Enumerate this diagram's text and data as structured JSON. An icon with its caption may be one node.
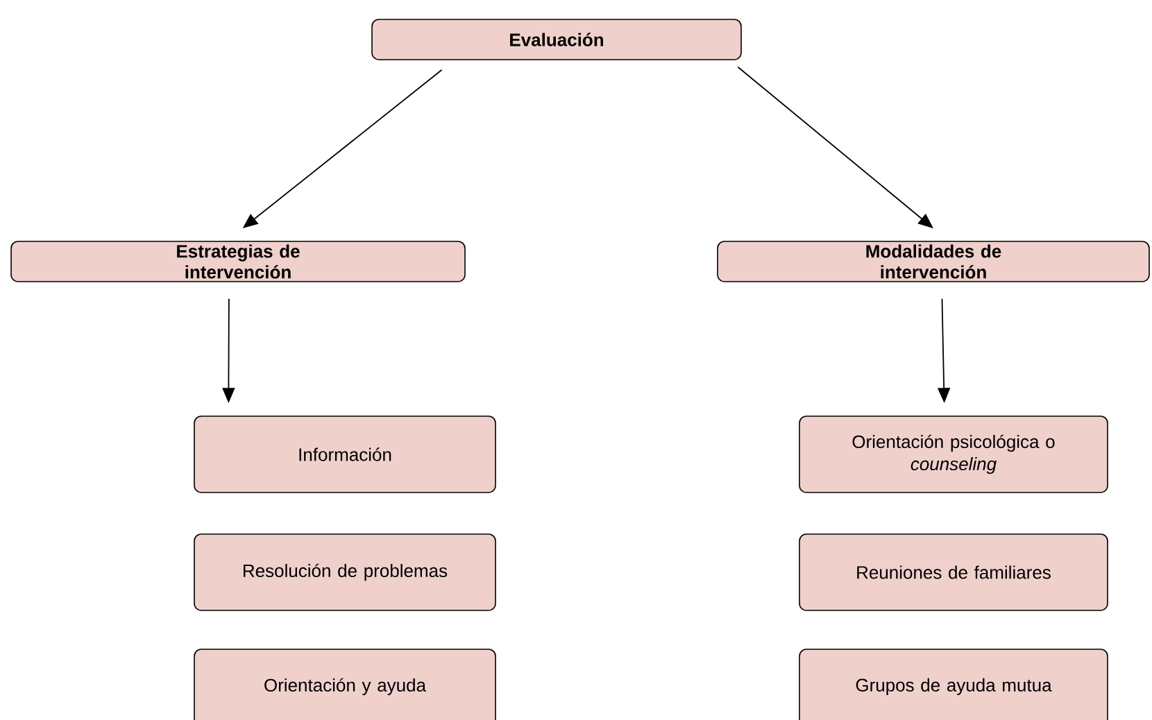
{
  "diagram": {
    "nodes": [
      {
        "text": [
          "Evaluación"
        ]
      },
      {
        "text": [
          "Estrategias de intervención"
        ]
      },
      {
        "text": [
          "Modalidades de intervención"
        ]
      },
      {
        "text": [
          "Información"
        ]
      },
      {
        "text": [
          "Resolución de problemas"
        ]
      },
      {
        "text": [
          "Orientación y ayuda"
        ]
      },
      {
        "text": [
          "Orientación psicológica o *counseling*"
        ]
      },
      {
        "text": [
          "Reuniones de familiares"
        ]
      },
      {
        "text": [
          "Grupos de ayuda mutua"
        ]
      }
    ],
    "edges": [
      {
        "from": 0,
        "to": 1,
        "arrow": "to"
      },
      {
        "from": 0,
        "to": 2,
        "arrow": "to"
      },
      {
        "from": 1,
        "to": 3,
        "arrow": "to"
      },
      {
        "from": 2,
        "to": 6,
        "arrow": "to"
      }
    ]
  }
}
